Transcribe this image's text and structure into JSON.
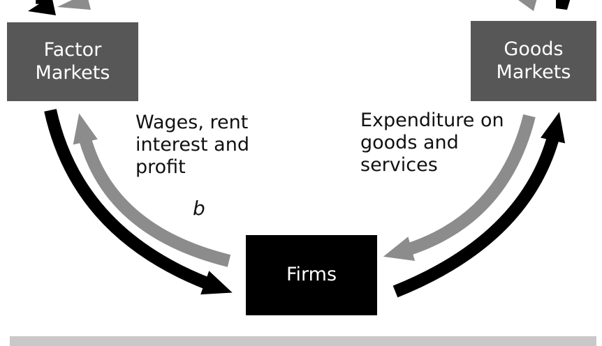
{
  "boxes": {
    "factor_markets": "Factor\nMarkets",
    "goods_markets": "Goods\nMarkets",
    "firms": "Firms"
  },
  "labels": {
    "wages": "Wages, rent\ninterest and\nprofit",
    "expenditure": "Expenditure on\ngoods and\nservices",
    "flow_letter": "b"
  },
  "colors": {
    "market_box": "#575757",
    "firms_box": "#000000",
    "money_flow_arrow": "#8c8c8c",
    "real_flow_arrow": "#000000"
  }
}
